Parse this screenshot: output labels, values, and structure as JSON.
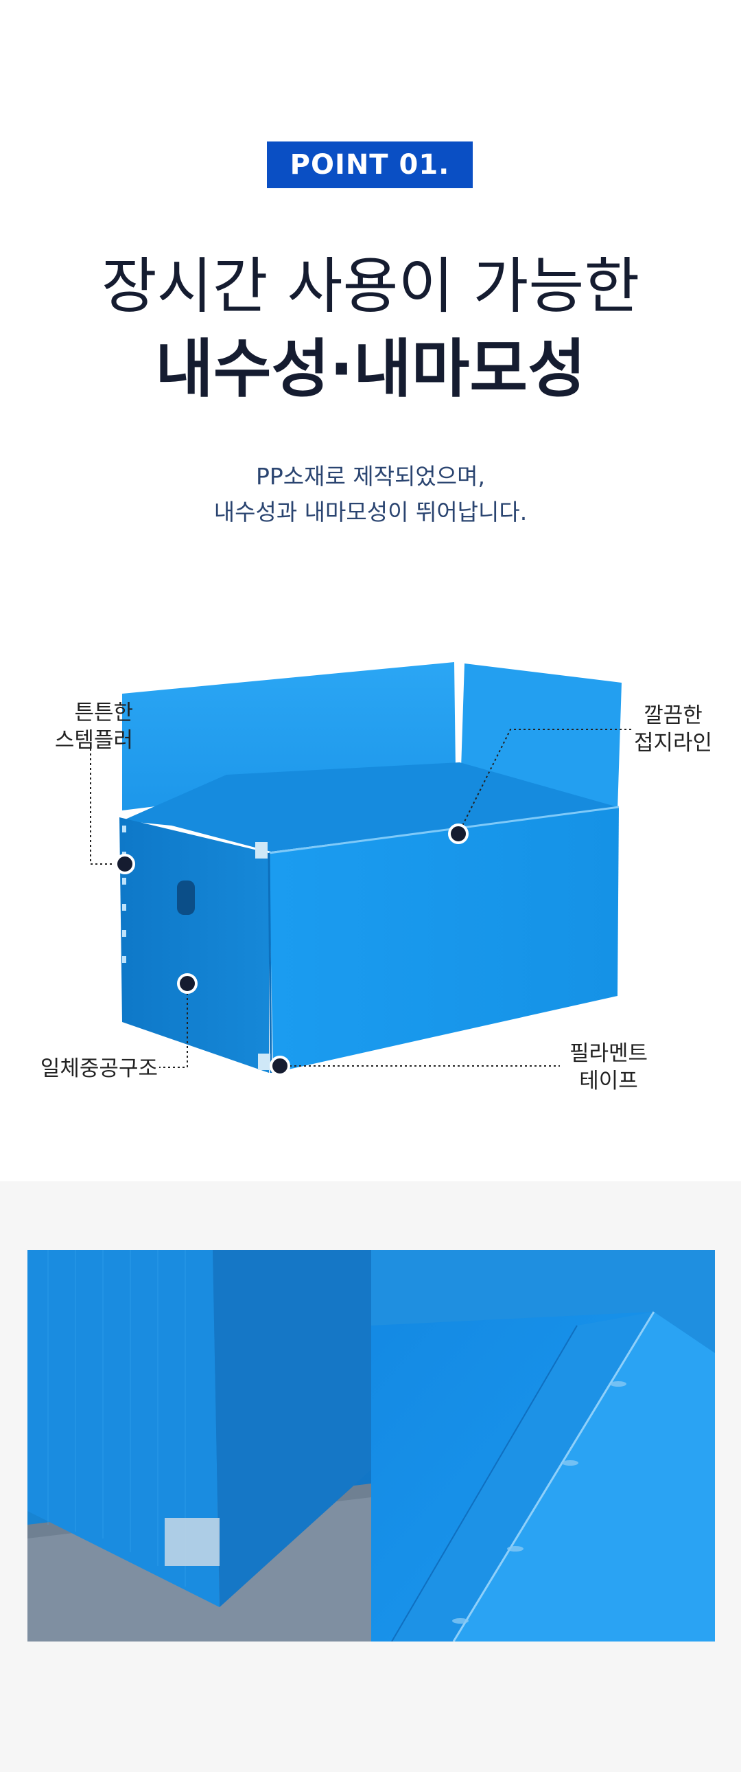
{
  "point_badge": "POINT 01.",
  "headline_line1": "장시간 사용이 가능한",
  "headline_line2": "내수성·내마모성",
  "description_lines": [
    "PP소재로 제작되었으며,",
    "내수성과 내마모성이 뛰어납니다."
  ],
  "callouts": {
    "stapler": [
      "튼튼한",
      "스템플러"
    ],
    "fold_line": [
      "깔끔한",
      "접지라인"
    ],
    "hollow_structure": [
      "일체중공구조"
    ],
    "filament_tape": [
      "필라멘트",
      "테이프"
    ]
  },
  "colors": {
    "accent": "#0a4fc4",
    "headline": "#151c30",
    "description": "#2a4470",
    "box_blue": "#1a98ec"
  }
}
